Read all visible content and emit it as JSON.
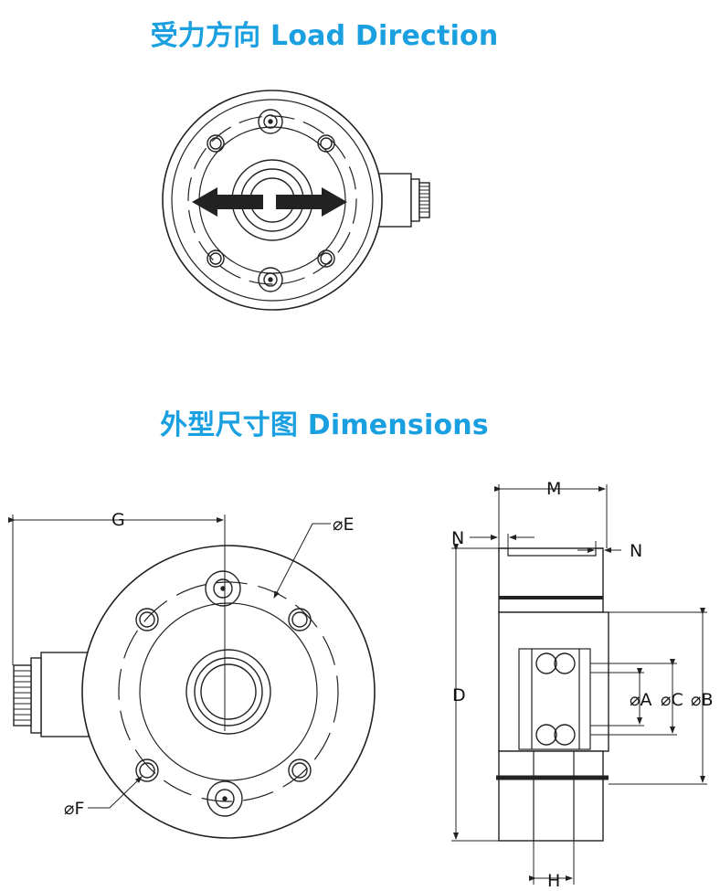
{
  "titles": {
    "load_direction": "受力方向 Load Direction",
    "dimensions": "外型尺寸图 Dimensions"
  },
  "labels": {
    "G": "G",
    "E": "⌀E",
    "F": "⌀F",
    "M": "M",
    "N_left": "N",
    "N_right": "N",
    "D": "D",
    "A": "⌀A",
    "C": "⌀C",
    "B": "⌀B",
    "H": "H"
  },
  "colors": {
    "title": "#1aa0e0",
    "line": "#222222"
  }
}
